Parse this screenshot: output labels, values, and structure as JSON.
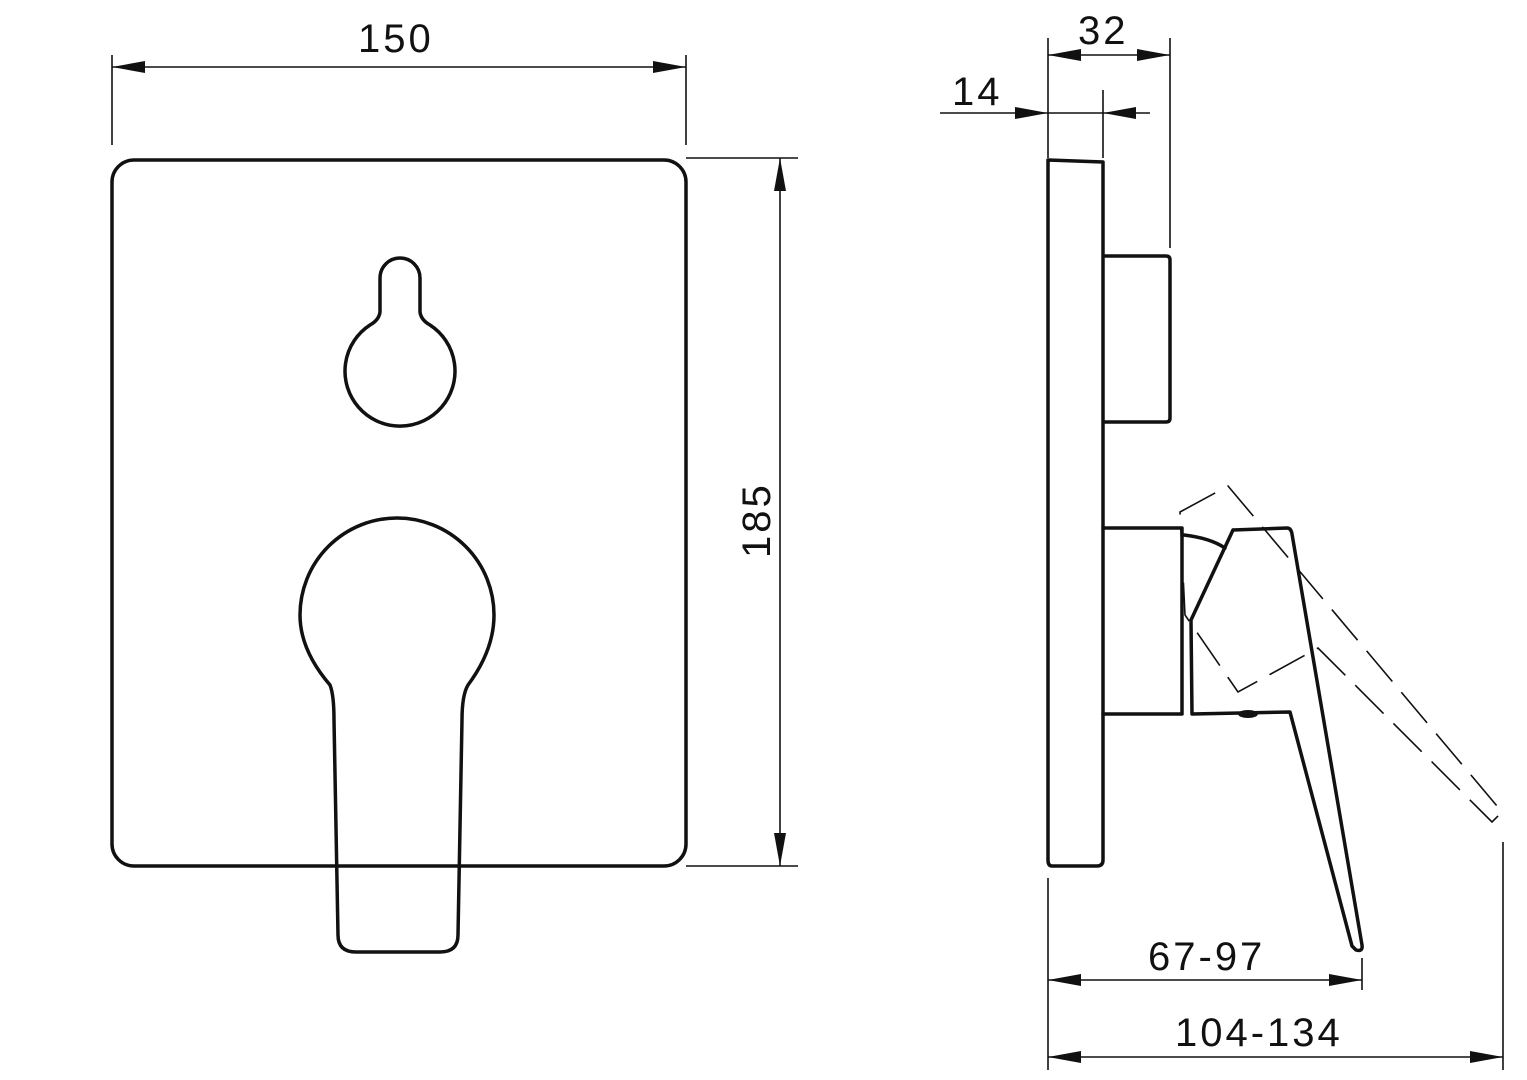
{
  "dimensions": {
    "front_width": "150",
    "front_height": "185",
    "side_depth_total": "32",
    "side_plate_depth": "14",
    "lever_projection": "67-97",
    "total_projection": "104-134"
  }
}
